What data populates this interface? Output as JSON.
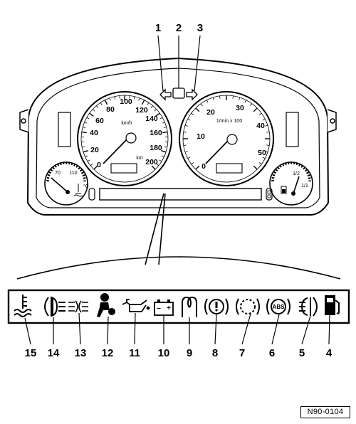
{
  "top_labels": [
    "1",
    "2",
    "3"
  ],
  "speedometer": {
    "ticks": [
      "0",
      "20",
      "40",
      "60",
      "80",
      "100",
      "120",
      "140",
      "160",
      "180",
      "200"
    ],
    "unit": "km/h",
    "odometer_unit": "km"
  },
  "tachometer": {
    "ticks": [
      "0",
      "10",
      "20",
      "30",
      "40",
      "50"
    ],
    "unit": "1/min x 100"
  },
  "temp_gauge": {
    "low": "70",
    "high": "110",
    "unit": "°C"
  },
  "fuel_gauge": {
    "half": "1/2",
    "full": "1/1"
  },
  "warning_lamp_numbers": [
    "15",
    "14",
    "13",
    "12",
    "11",
    "10",
    "9",
    "8",
    "7",
    "6",
    "5",
    "4"
  ],
  "abs_text": "ABS",
  "battery_minus": "–",
  "battery_plus": "+",
  "reference_code": "N90-0104"
}
